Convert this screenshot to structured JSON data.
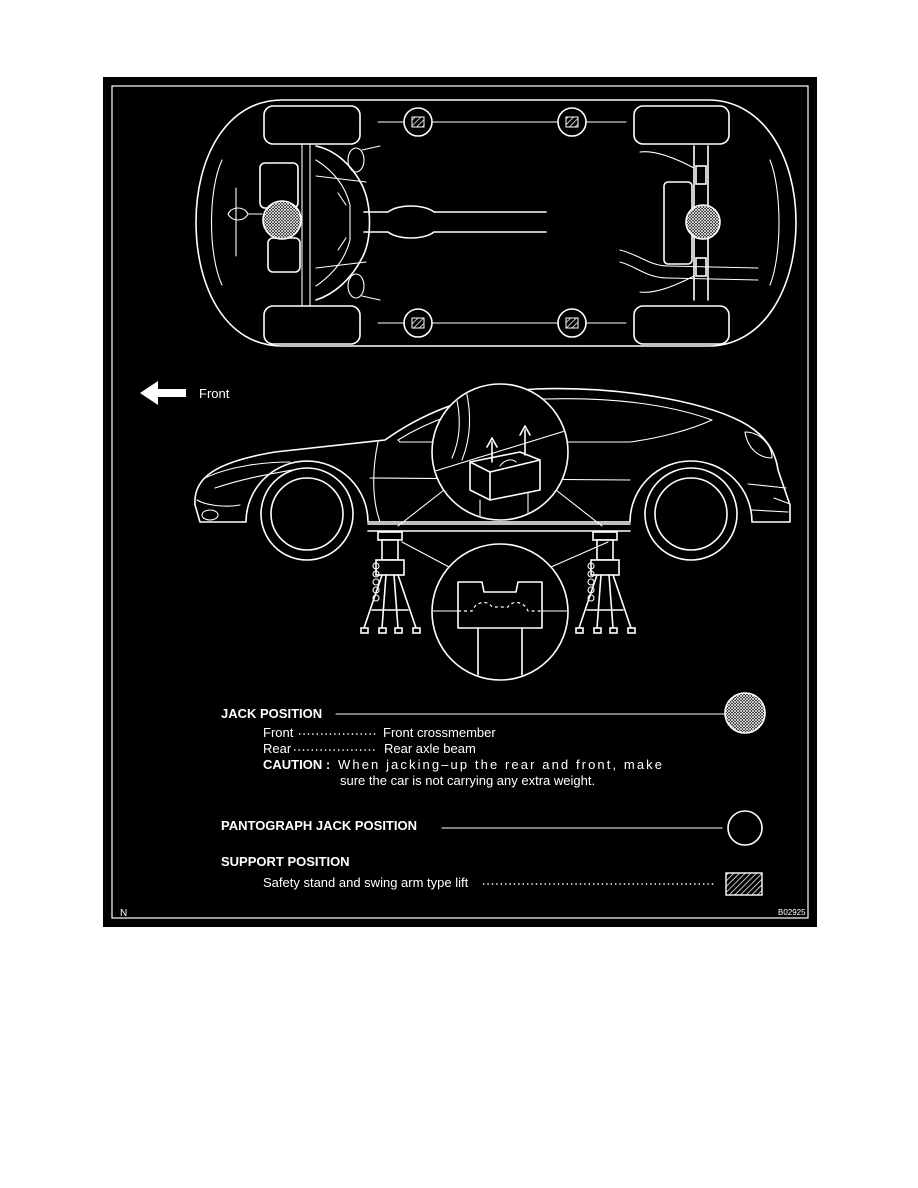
{
  "diagram": {
    "front_label": "Front",
    "corner_mark": "N",
    "figure_code": "B02925"
  },
  "legend": {
    "jack_position": {
      "title": "JACK POSITION",
      "rows": [
        {
          "label": "Front",
          "value": "Front crossmember"
        },
        {
          "label": "Rear",
          "value": "Rear axle beam"
        }
      ],
      "caution_label": "CAUTION :",
      "caution_line1": "When jacking–up the rear and front, make",
      "caution_line2": "sure the car is not carrying any extra weight."
    },
    "pantograph": {
      "title": "PANTOGRAPH JACK POSITION"
    },
    "support": {
      "title": "SUPPORT POSITION",
      "item": "Safety stand and swing arm type lift"
    }
  },
  "symbols": {
    "jack_position": "crosshatched-circle-icon",
    "pantograph_jack_position": "open-circle-icon",
    "support_position": "hatched-square-icon",
    "front_direction": "arrow-left-icon"
  },
  "colors": {
    "page": "#ffffff",
    "panel": "#000000",
    "ink": "#ffffff"
  }
}
